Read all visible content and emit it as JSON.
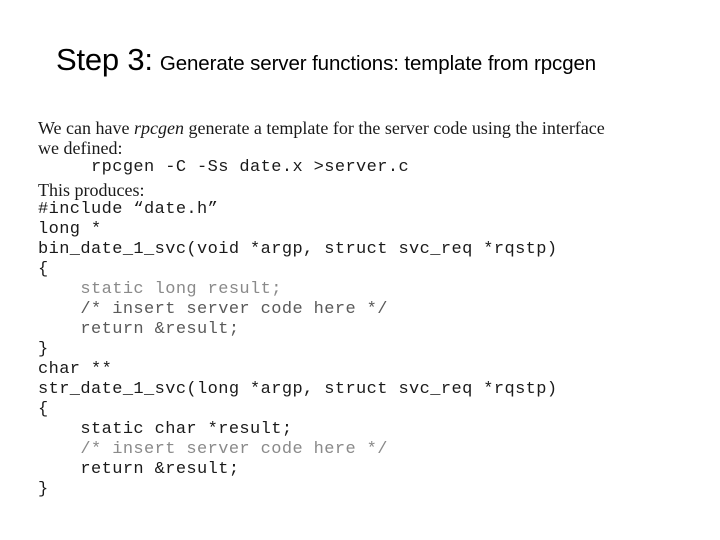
{
  "slide": {
    "title": {
      "step_label": "Step 3:",
      "subtitle": "Generate server functions: template from rpcgen"
    },
    "intro": {
      "line1_before": "We can have ",
      "line1_italic": "rpcgen",
      "line1_after": " generate a template for the server code using the interface",
      "line2": "we defined:"
    },
    "command": "     rpcgen -C -Ss date.x >server.c",
    "produces_label": "This produces:",
    "code_lines": [
      "#include “date.h”",
      "long *",
      "bin_date_1_svc(void *argp, struct svc_req *rqstp)",
      "{",
      "    static long result;",
      "    /* insert server code here */",
      "    return &result;",
      "}",
      "",
      "char **",
      "str_date_1_svc(long *argp, struct svc_req *rqstp)",
      "{",
      "    static char *result;",
      "    /* insert server code here */",
      "    return &result;",
      "}"
    ]
  },
  "colors": {
    "background": "#ffffff",
    "text": "#000000",
    "code_text": "#1a1a1a",
    "faded_text": "#8a8a8a"
  }
}
